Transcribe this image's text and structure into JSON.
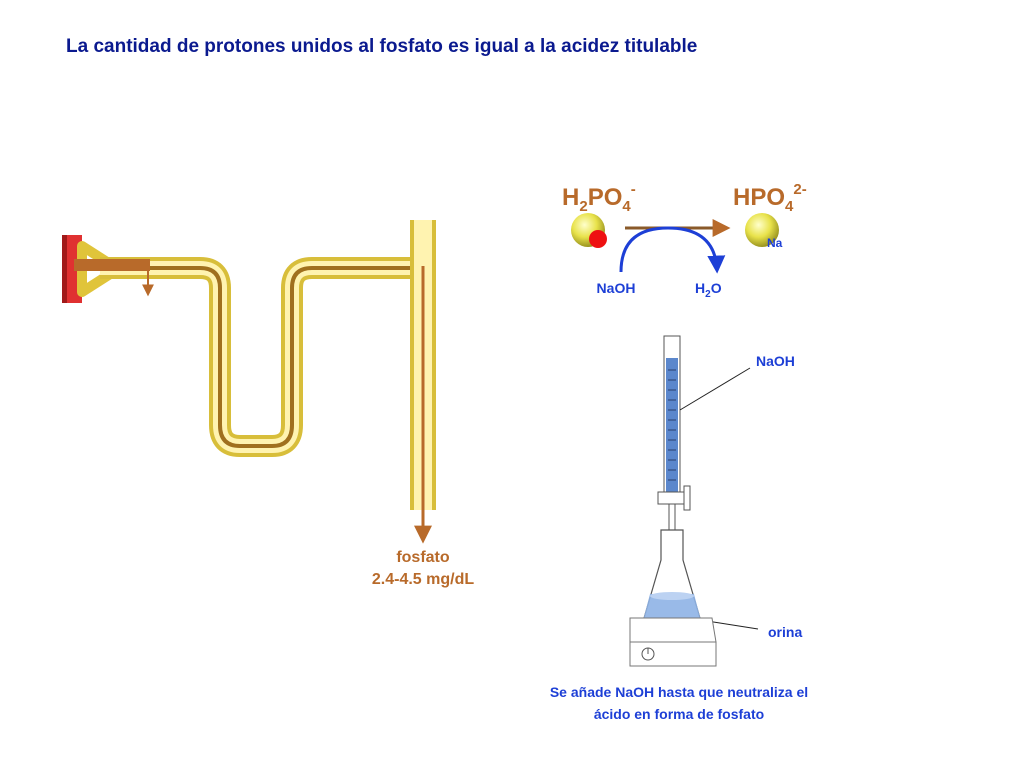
{
  "title": "La cantidad de protones unidos al fosfato es igual a la acidez titulable",
  "colors": {
    "title": "#0b1a8f",
    "brown": "#b86a2a",
    "blue": "#2d6fd1",
    "tubule": "#d8be3a",
    "red_cell": "#e03131"
  },
  "reaction": {
    "left_base": "H",
    "left_sub": "2",
    "left_mid": "PO",
    "left_sub2": "4",
    "left_sup": "-",
    "right_base": "HPO",
    "right_sub": "4",
    "right_sup": "2-",
    "na_label": "Na",
    "naoh_label": "NaOH",
    "water_base": "H",
    "water_sub": "2",
    "water_end": "O"
  },
  "tubule": {
    "label_line1": "fosfato",
    "label_line2": "2.4-4.5 mg/dL"
  },
  "titration": {
    "burette_label": "NaOH",
    "flask_label": "orina",
    "caption_line1": "Se añade NaOH hasta que neutraliza el",
    "caption_line2": "ácido en forma de fosfato"
  }
}
